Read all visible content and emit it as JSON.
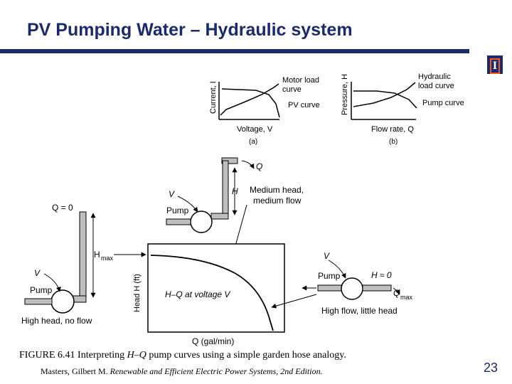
{
  "slide": {
    "title": "PV Pumping Water – Hydraulic system",
    "logo_letter": "I",
    "page_number": "23"
  },
  "figure": {
    "panel_a": {
      "y_label": "Current, I",
      "x_label": "Voltage, V",
      "curve1_line1": "Motor load",
      "curve1_line2": "curve",
      "curve2": "PV curve",
      "tag": "(a)"
    },
    "panel_b": {
      "y_label": "Pressure, H",
      "x_label": "Flow rate, Q",
      "curve1_line1": "Hydraulic",
      "curve1_line2": "load curve",
      "curve2": "Pump curve",
      "tag": "(b)"
    },
    "left_setup": {
      "q_label": "Q = 0",
      "hmax": "H",
      "hmax_sub": "max",
      "v": "V",
      "pump": "Pump",
      "caption": "High head, no flow"
    },
    "middle_setup": {
      "q": "Q",
      "h": "H",
      "v": "V",
      "pump": "Pump",
      "caption_line1": "Medium head,",
      "caption_line2": "medium flow"
    },
    "right_setup": {
      "v": "V",
      "pump": "Pump",
      "h_approx": "H ≈ 0",
      "q": "Q",
      "q_sub": "max",
      "caption": "High flow, little head"
    },
    "main_plot": {
      "y_label": "Head H (ft)",
      "x_label": "Q (gal/min)",
      "curve_label": "H–Q at voltage V"
    }
  },
  "caption": {
    "prefix": "FIGURE 6.41 Interpreting ",
    "hq": "H–Q",
    "suffix": " pump curves using a simple garden hose analogy."
  },
  "credit": {
    "author": "Masters, Gilbert M. ",
    "book": "Renewable and Efficient Electric Power Systems, 2nd Edition."
  }
}
